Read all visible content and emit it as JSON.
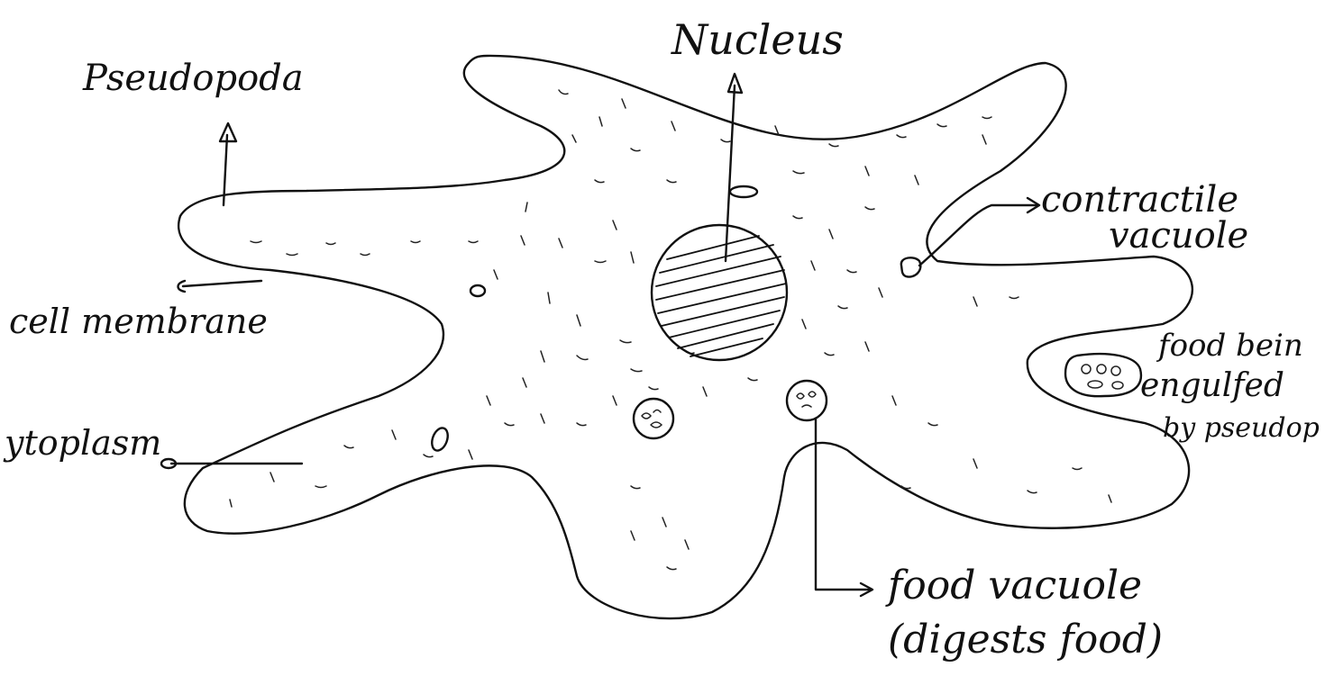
{
  "diagram": {
    "labels": {
      "nucleus": "Nucleus",
      "pseudopoda": "Pseudopoda",
      "contractile_vacuole_line1": "contractile",
      "contractile_vacuole_line2": "vacuole",
      "cell_membrane": "cell membrane",
      "cytoplasm": "ytoplasm",
      "food_being_engulfed_line1": "food bein",
      "food_being_engulfed_line2": "engulfed",
      "food_being_engulfed_line3": "by pseudop",
      "food_vacuole_line1": "food vacuole",
      "food_vacuole_line2": "(digests food)"
    },
    "colors": {
      "ink": "#111111",
      "paper": "#ffffff"
    }
  }
}
